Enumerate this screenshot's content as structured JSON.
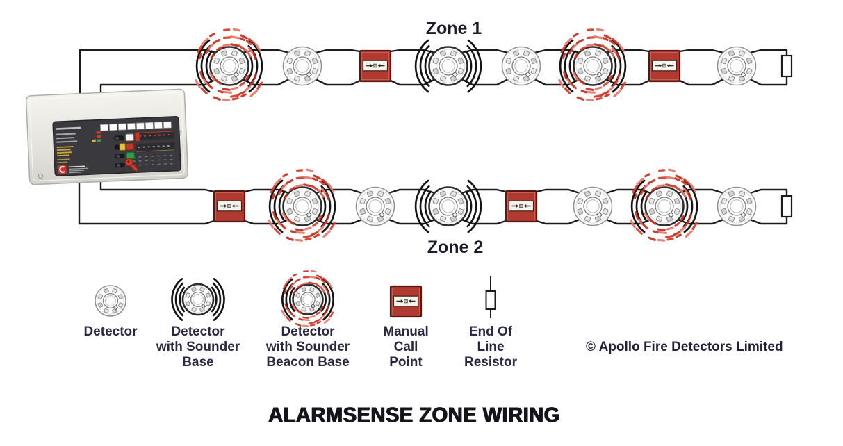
{
  "diagram_title": "ALARMSENSE ZONE WIRING",
  "copyright": "© Apollo Fire Detectors Limited",
  "zones": [
    {
      "label": "Zone 1",
      "devices": [
        "sounder_beacon",
        "detector",
        "mcp",
        "sounder",
        "detector",
        "sounder_beacon",
        "mcp",
        "detector",
        "eol"
      ]
    },
    {
      "label": "Zone 2",
      "devices": [
        "mcp",
        "sounder_beacon",
        "detector",
        "sounder",
        "mcp",
        "detector",
        "sounder_beacon",
        "detector",
        "eol"
      ]
    }
  ],
  "device_types": {
    "detector": "Detector",
    "sounder": "Detector with Sounder Base",
    "sounder_beacon": "Detector with Sounder Beacon Base",
    "mcp": "Manual Call Point",
    "eol": "End Of Line Resistor"
  },
  "legend": [
    {
      "type": "detector",
      "label": "Detector"
    },
    {
      "type": "sounder",
      "label": "Detector\nwith Sounder\nBase"
    },
    {
      "type": "sounder_beacon",
      "label": "Detector\nwith Sounder\nBeacon Base"
    },
    {
      "type": "mcp",
      "label": "Manual\nCall\nPoint"
    },
    {
      "type": "eol",
      "label": "End Of\nLine\nResistor"
    }
  ],
  "colors": {
    "wire": "#1b1b1b",
    "mcp_red": "#b13a30",
    "beacon_red": "#d23a28",
    "text_navy": "#2a2840",
    "panel_case": "#e9e8e2"
  }
}
